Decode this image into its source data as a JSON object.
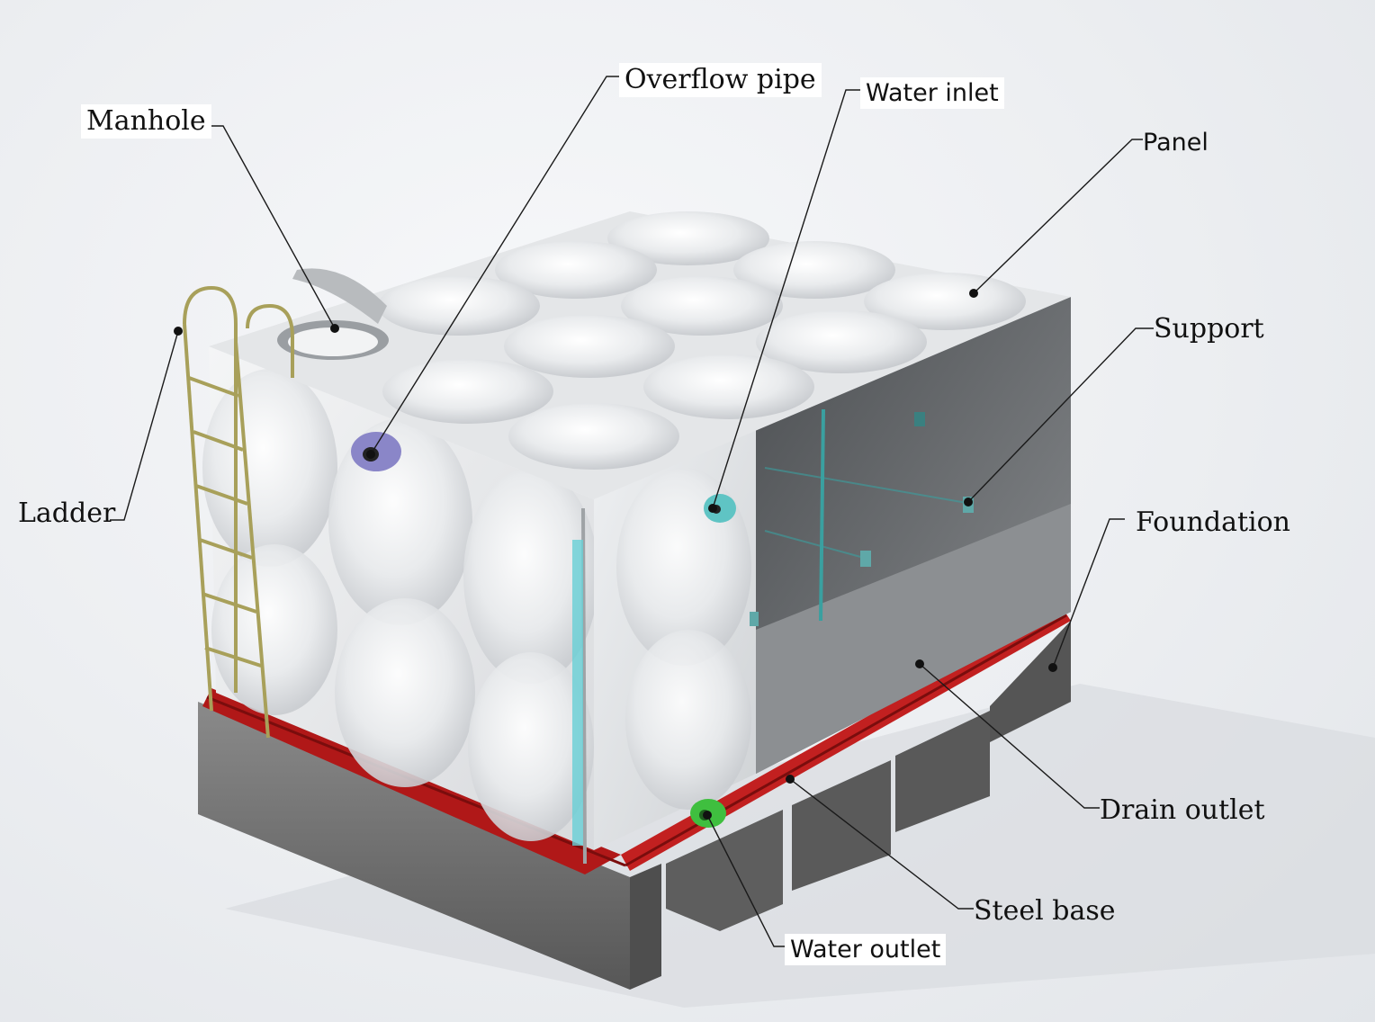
{
  "labels": {
    "manhole": "Manhole",
    "overflow_pipe": "Overflow pipe",
    "water_inlet": "Water inlet",
    "panel": "Panel",
    "support": "Support",
    "ladder": "Ladder",
    "foundation": "Foundation",
    "drain_outlet": "Drain outlet",
    "steel_base": "Steel base",
    "water_outlet": "Water outlet"
  },
  "colors": {
    "tank_panel": "#e8eaec",
    "tank_interior": "#6a6d70",
    "steel_base": "#b01818",
    "foundation": "#6e6e6e",
    "ladder": "#a8a05a",
    "overflow_flange": "#8a86c8",
    "inlet_flange": "#5fc4c4",
    "outlet_flange": "#3fbf3f",
    "level_gauge": "#68d0d6"
  }
}
